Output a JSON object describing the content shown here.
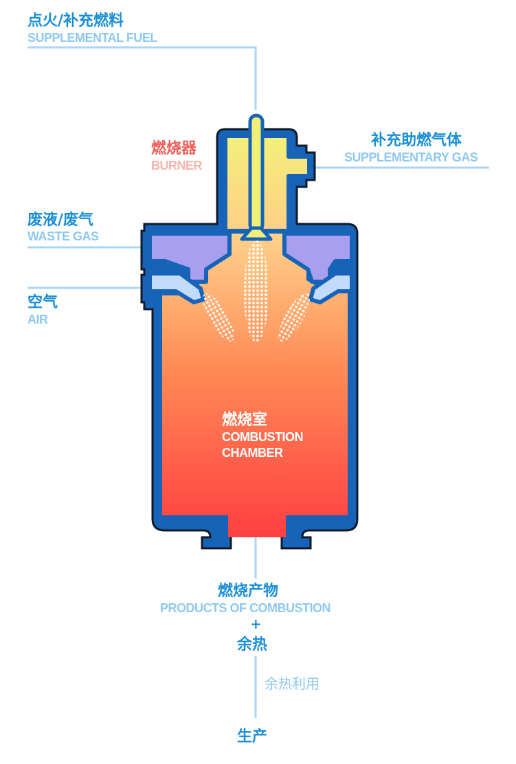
{
  "colors": {
    "label_zh": "#1a8fd6",
    "label_en": "#8ec8ef",
    "burner_zh": "#ef5f5a",
    "burner_en": "#f5b3a9",
    "line": "#a9d4f3",
    "vessel_wall": "#1663b8",
    "vessel_outline": "#0e1a2a",
    "hot": "#ff4444",
    "warm": "#ffc08a",
    "burner_fill": "#f1ef78",
    "inlet_fill": "#a8a0ef"
  },
  "labels": {
    "supplemental_fuel": {
      "zh": "点火/补充燃料",
      "en": "SUPPLEMENTAL FUEL"
    },
    "burner": {
      "zh": "燃烧器",
      "en": "BURNER"
    },
    "supplementary_gas": {
      "zh": "补充助燃气体",
      "en": "SUPPLEMENTARY GAS"
    },
    "waste_gas": {
      "zh": "废液/废气",
      "en": "WASTE GAS"
    },
    "air": {
      "zh": "空气",
      "en": "AIR"
    },
    "chamber": {
      "zh": "燃烧室",
      "en1": "COMBUSTION",
      "en2": "CHAMBER"
    },
    "products": {
      "zh": "燃烧产物",
      "en": "PRODUCTS  OF COMBUSTION"
    },
    "plus": "+",
    "residual_heat": "余热",
    "heat_use": "余热利用",
    "production": "生产"
  }
}
